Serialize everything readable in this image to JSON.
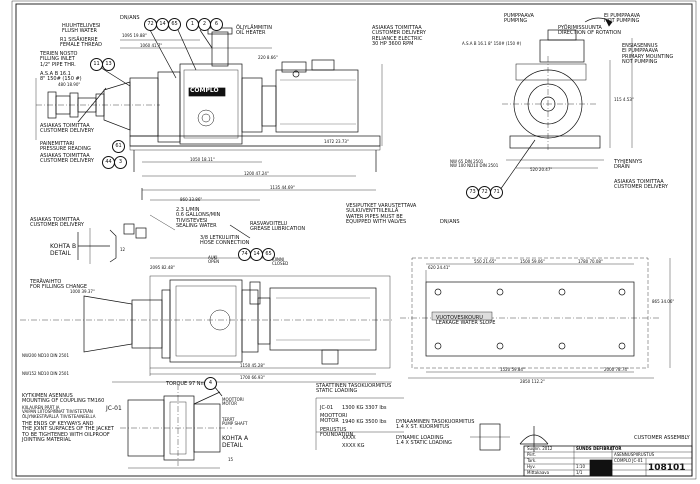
{
  "callouts": {
    "top": [
      "72",
      "14",
      "65",
      "1",
      "2",
      "6"
    ],
    "left_mid": [
      "11",
      "13"
    ],
    "left_low": [
      "61",
      "44",
      "3"
    ],
    "right": [
      "73",
      "72",
      "71"
    ],
    "plan": [
      "74",
      "14",
      "65"
    ],
    "detail_a": "4"
  },
  "notes": {
    "flush_water": "HUUHTELUVESI\nFLUSH WATER",
    "female_thread": "R1 SISÄKIERRE\nFEMALE THREAD",
    "filling_inlet": "TERIEN NOSTO\nFILLING INLET\n1/2\" PIPE THR.",
    "asa_top": "A.S.A B 16.1\n8\" 150# (150 #)",
    "delivery_dn": "DN/ANS",
    "oilheater": "ÖLJYLÄMMITIN\nOIL HEATER",
    "customer_delivery_top": "ASIAKAS TOIMITTAA\nCUSTOMER DELIVERY\nRELIANCE ELECTRIC\n30 HP 3600 RPM",
    "asakas_left": "ASIAKAS TOIMITTAA\nCUSTOMER DELIVERY",
    "pressure_reading": "PAINEMITTARI\nPRESSURE READING",
    "asakas_left2": "ASIAKAS TOIMITTAA\nCUSTOMER DELIVERY",
    "pump_top": "PUMPPAAVA\nPUMPING",
    "not_pumping_top": "EI PUMPPAAVA\nNOT PUMPING",
    "rotation": "PYÖRIMISSUUNTA\nDIRECTION OF ROTATION",
    "primary_mounting": "ENSIASENNUS\nEI PUMPPAAVA\nPRIMARY MOUNTING\nNOT PUMPING",
    "drain": "TYHJENNYS\nDRAIN",
    "right_customer": "ASIAKAS TOIMITTAA\nCUSTOMER DELIVERY",
    "nw_right": "NW 65 DIN 2501\nNW 100 ND10 DIN 2501",
    "dnans2": "DN/ANS",
    "lantern": "2.3 L/MIN\n0.6 GALLONS/MIN\nTIIVISTEVESI\nSEALING WATER",
    "grease": "RASVAVOITELU\nGREASE LUBRICATION",
    "hose": "3/8 LETKULIITIN\nHOSE CONNECTION",
    "valves": "VESIPUTKET VARUSTETTAVA\nSULKUVENTTIILEILLÄ\nWATER PIPES MUST BE\nEQUIPPED WITH VALVES",
    "asakas_detail": "ASIAKAS TOIMITTAA\nCUSTOMER DELIVERY",
    "kohta_b": "KOHTA B\nDETAIL",
    "filling_change": "TERÄVAIHTO\nFOR FILLINGS CHANGE",
    "nw_flanges": "NW200 ND10 DIN 2501",
    "nw_flanges2": "NW152 ND10 DIN 2501",
    "open": "AUKI\nOPEN",
    "closed": "KIINNI\nCLOSED",
    "leakage": "VUOTOVESIKOURU\nLEAKAGE WATER SLOPE",
    "coupling": "KYTKIMEN ASENNUS\nMOUNTING OF COUPLING TM160",
    "keyways": "THE ENDS OF KEYWAYS AND\nTHE JOINT SURFACES OF THE JACKET\nTO BE TIGHTENED WITH OILPROOF\nJOINTING MATERIAL",
    "finnish_key": "KIILAUREN PÄÄT JA\nVAIPAN LIITOSPINNAT TIIVISTETÄÄN\nÖLJYNKESTÄVÄLLÄ TIIVISTEAINEELLA",
    "tongue": "TORQUE 97 Nm",
    "motor1": "MOOTTORI\nMOTOR",
    "motor2": "TERÄT\nPUMP SHAFT",
    "jc01": "JC-01",
    "kohta_a": "KOHTA A\nDETAIL",
    "static_loading": "STAATTINEN TASOKUORMITUS\nSTATIC LOADING",
    "weights_head": "JC-01",
    "weight1": "1300 KG   3307 lbs",
    "weight_moottori": "MOOTTORI\nMOTOR",
    "weight2": "1940 KG   3500 lbs",
    "perustus": "PERUSTUS\nFOUNDATION",
    "xxx1": "XXXX",
    "xxx2": "XXXX KG",
    "dyn": "DYNAAMINEN TASOKUORMITUS\n1.4 X ST. KUORMITUS",
    "dyn2": "DYNAMIC LOADING\n1.4 X STATIC LOADING",
    "customer_assembly": "CUSTOMER ASSEMBLY",
    "logo_word": "COMPLO",
    "drawing_number": "108101",
    "scale": "1:10",
    "sheet_no": "1/1"
  },
  "dims": {
    "d_1095": "1095 19.88\"",
    "d_1060": "1060 41.7\"",
    "d_480": "480 18.90\"",
    "d_220": "220 8.66\"",
    "d_1472": "1472 23.73\"",
    "d_1050": "1050 18.11\"",
    "d_1200": "1200 47.24\"",
    "d_1135": "1135 44.69\"",
    "d_860": "860 33.86\"",
    "d_520": "520 20.47\"",
    "d_115": "115 4.53\"",
    "d_2095": "2095 82.48\"",
    "d_1150": "1150 45.28\"",
    "d_1700": "1700 66.93\"",
    "d_1000": "1000 39.37\"",
    "d_620": "620 24.41\"",
    "d_550": "550 21.65\"",
    "d_2850": "2850 112.2\"",
    "d_1500": "1500 59.06\"",
    "d_1780": "1780 70.08\"",
    "d_2000": "2000 78.74\"",
    "d_1520": "1520 59.84\"",
    "d_865": "865 34.06\"",
    "d_12": "12",
    "d_15": "15"
  },
  "title_block": {
    "company": "SUNDS DEFIBRATOR",
    "title": "ASENNUSPIIRUSTUS",
    "subtitle": "COMPLO JC-01",
    "rows": [
      "Suunn. 2012",
      "Piirt.",
      "Tark.",
      "Hyv.",
      "Mittakaava"
    ]
  }
}
